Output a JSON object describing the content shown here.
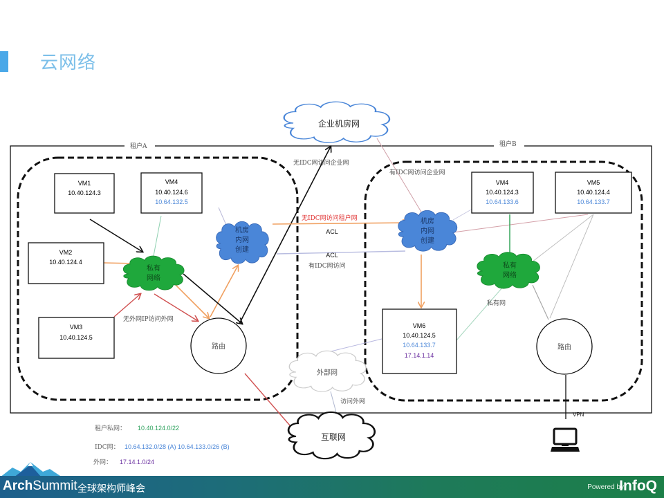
{
  "slide": {
    "title": "云网络"
  },
  "tenant_a": {
    "label": "租户A",
    "vms": [
      {
        "name": "VM1",
        "ip": "10.40.124.3"
      },
      {
        "name": "VM4",
        "ip": "10.40.124.6",
        "idc_ip": "10.64.132.5"
      },
      {
        "name": "VM2",
        "ip": "10.40.124.4"
      },
      {
        "name": "VM3",
        "ip": "10.40.124.5"
      }
    ],
    "private_cloud": [
      "私有",
      "网络"
    ],
    "idc_cloud": [
      "机房",
      "内网",
      "创建"
    ],
    "router": "路由",
    "no_external_ip_label": "无外网IP访问外网"
  },
  "tenant_b": {
    "label": "租户B",
    "vms": [
      {
        "name": "VM4",
        "ip": "10.40.124.3",
        "idc_ip": "10.64.133.6"
      },
      {
        "name": "VM5",
        "ip": "10.40.124.4",
        "idc_ip": "10.64.133.7"
      },
      {
        "name": "VM6",
        "ip": "10.40.124.5",
        "idc_ip": "10.64.133.7",
        "ext_ip": "17.14.1.14"
      }
    ],
    "private_cloud": [
      "私有",
      "网络"
    ],
    "idc_cloud": [
      "机房",
      "内网",
      "创建"
    ],
    "router": "路由",
    "private_net_label": "私有网",
    "vpn_label": "VPN"
  },
  "clouds": {
    "enterprise": "企业机房网",
    "external": "外部网",
    "internet": "互联网"
  },
  "edge_labels": {
    "no_idc_to_enterprise": "无IDC网访问企业网",
    "has_idc_to_enterprise": "有IDC网访问企业网",
    "no_idc_to_tenant": "无IDC网访问租户网",
    "acl_1": "ACL",
    "acl_2": "ACL",
    "has_idc_access": "有IDC网访问",
    "access_external": "访问外网"
  },
  "legend": [
    {
      "label": "租户私网：",
      "value": "10.40.124.0/22",
      "color": "#2aa05a"
    },
    {
      "label": "IDC网：",
      "value": "10.64.132.0/28 (A) 10.64.133.0/26 (B)",
      "color": "#4a86d8"
    },
    {
      "label": "外网：",
      "value": "17.14.1.0/24",
      "color": "#6a2fa0"
    }
  ],
  "colors": {
    "accent": "#4aa8e8",
    "idc_ip": "#4a86d8",
    "ext_ip": "#6a2fa0",
    "private_cloud": "#1fa83c",
    "idc_cloud": "#4a86d8",
    "arrow_orange": "#f0a060",
    "arrow_red": "#d05050"
  },
  "footer": {
    "brand_bold": "Arch",
    "brand_light": "Summit",
    "subtitle": "全球架构师峰会",
    "powered_by": "Powered by",
    "infoq": "InfoQ"
  }
}
